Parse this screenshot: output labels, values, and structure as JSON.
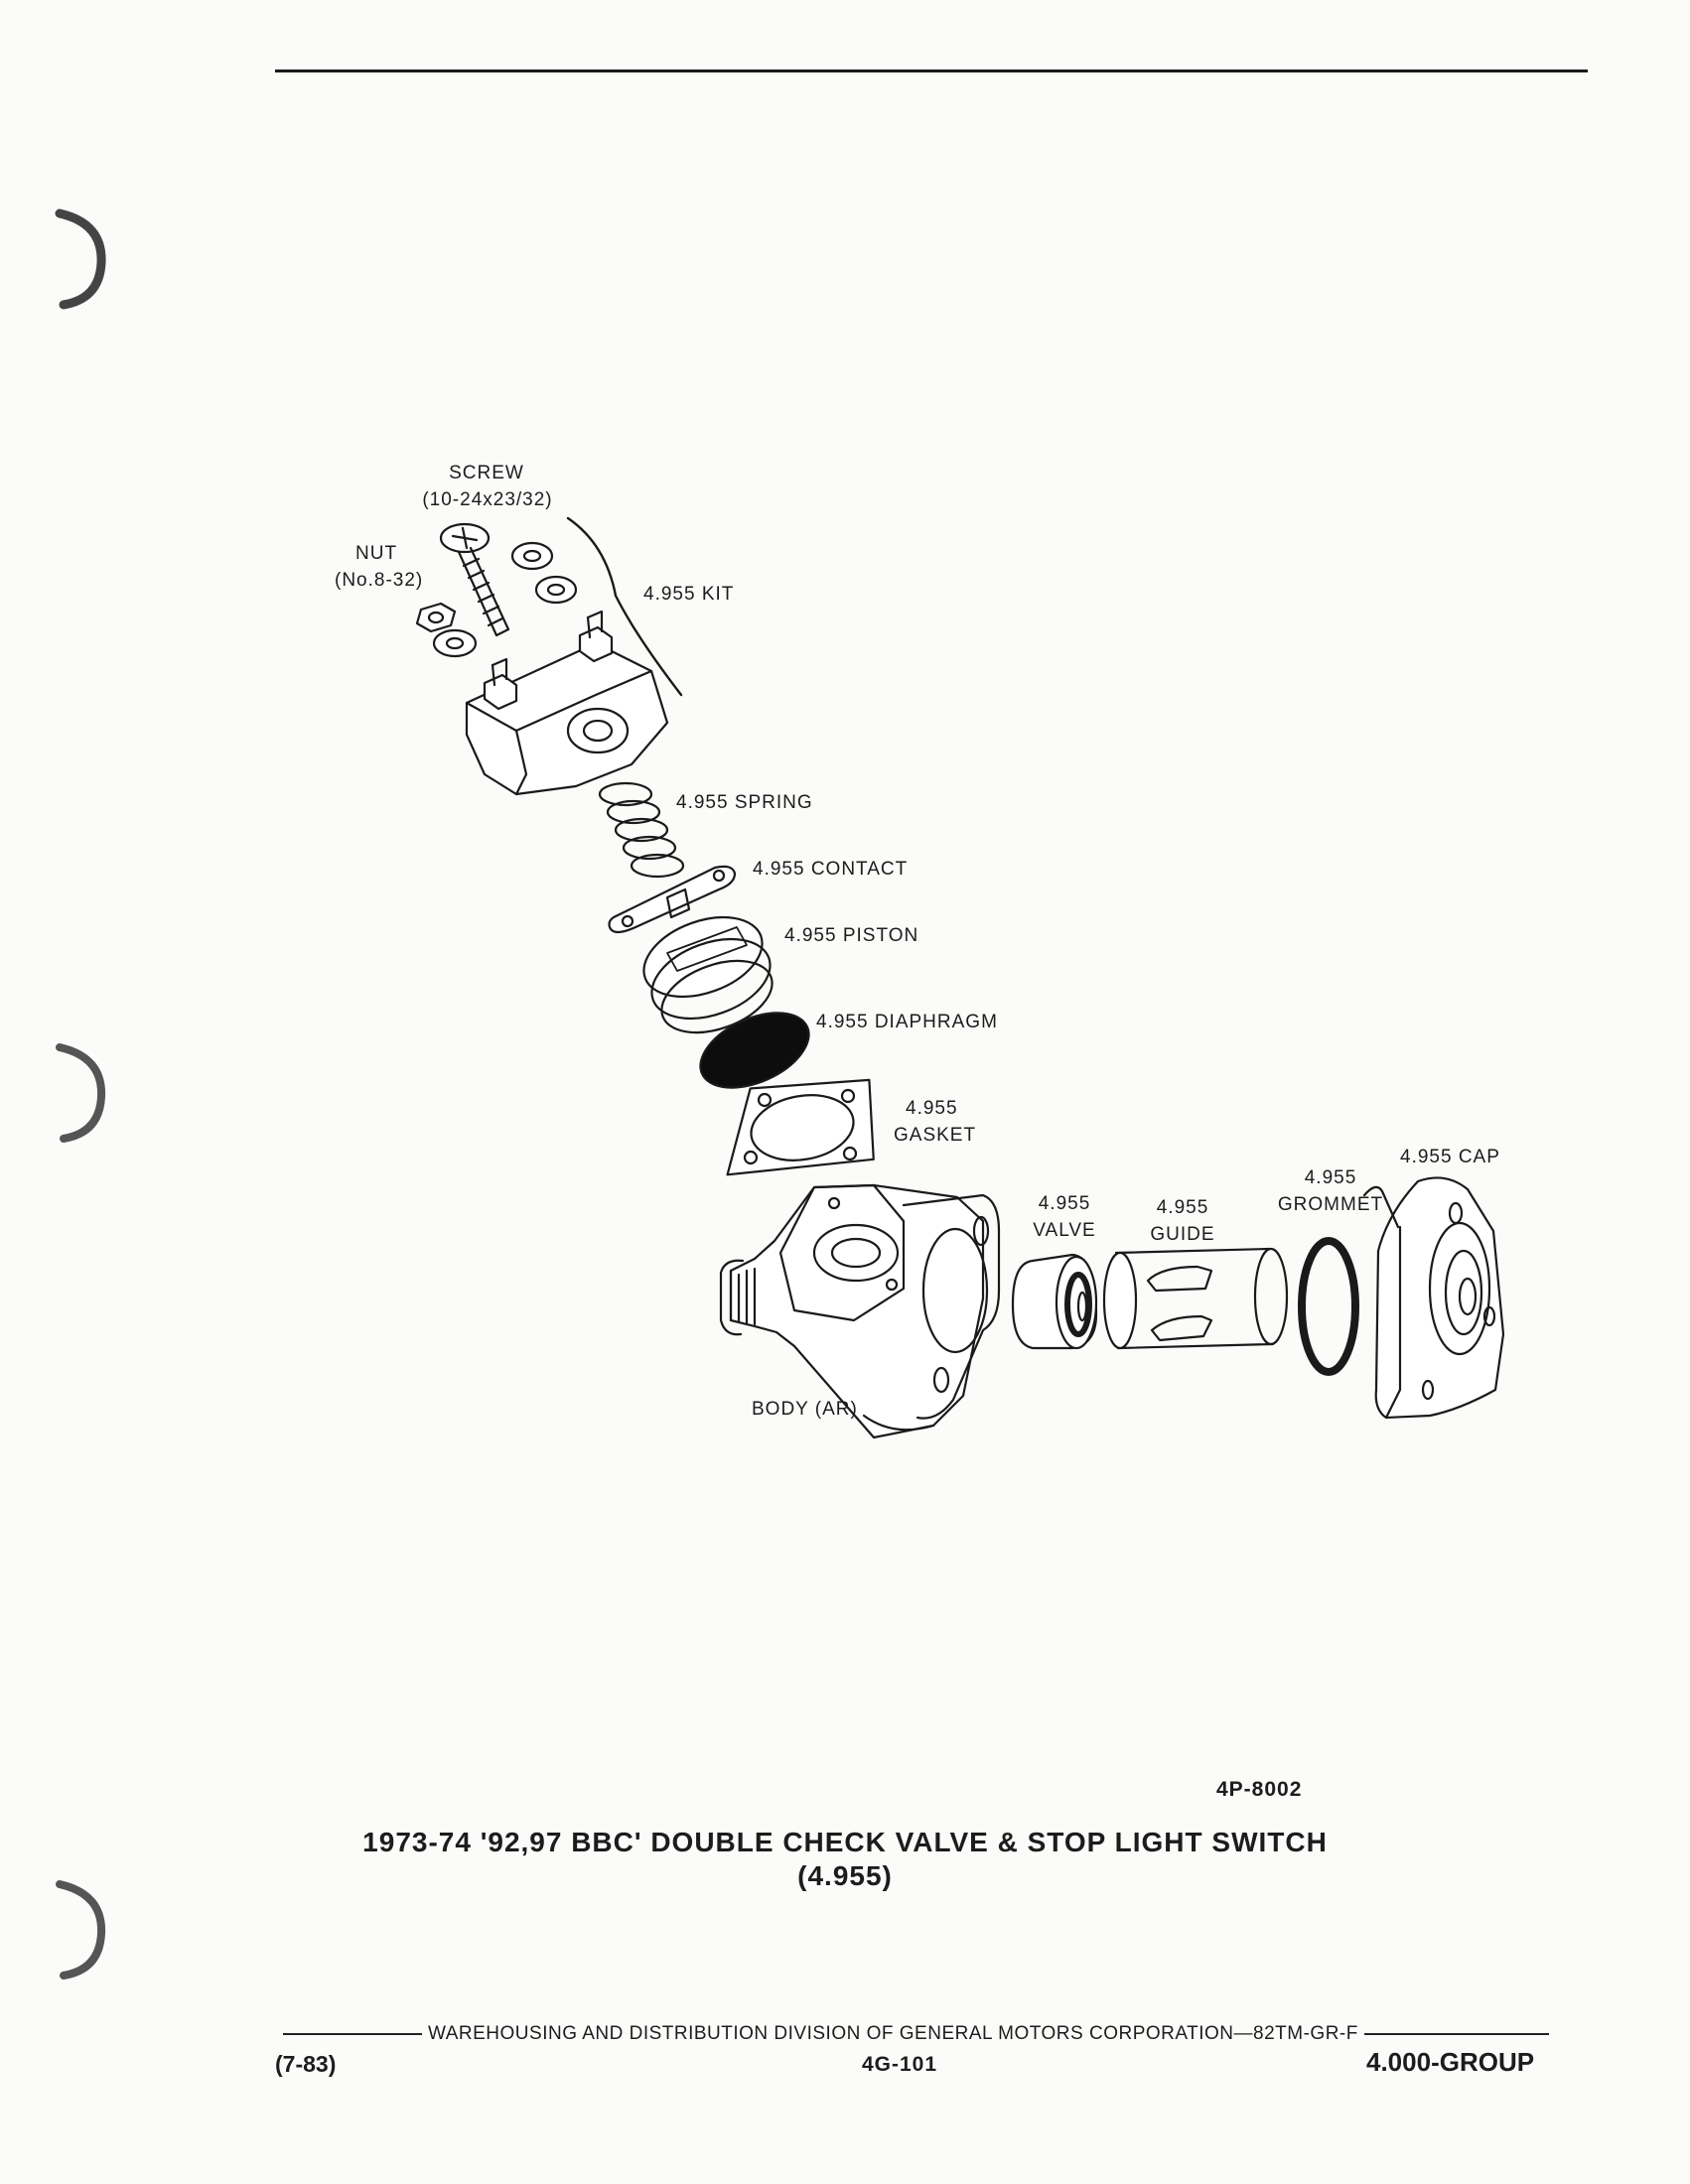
{
  "labels": {
    "screw": "SCREW",
    "screw_size": "(10-24x23/32)",
    "nut": "NUT",
    "nut_size": "(No.8-32)",
    "kit": "4.955 KIT",
    "spring": "4.955 SPRING",
    "contact": "4.955 CONTACT",
    "piston": "4.955 PISTON",
    "diaphragm": "4.955 DIAPHRAGM",
    "gasket_num": "4.955",
    "gasket": "GASKET",
    "valve_num": "4.955",
    "valve": "VALVE",
    "guide_num": "4.955",
    "guide": "GUIDE",
    "grommet_num": "4.955",
    "grommet": "GROMMET",
    "cap": "4.955 CAP",
    "body": "BODY (AR)"
  },
  "figure_code": "4P-8002",
  "title_line1": "1973-74 '92,97 BBC' DOUBLE CHECK VALVE & STOP LIGHT SWITCH",
  "title_line2": "(4.955)",
  "footer": {
    "division": "WAREHOUSING AND DISTRIBUTION  DIVISION OF GENERAL MOTORS CORPORATION—82TM-GR-F",
    "date": "(7-83)",
    "page": "4G-101",
    "group": "4.000-GROUP"
  }
}
